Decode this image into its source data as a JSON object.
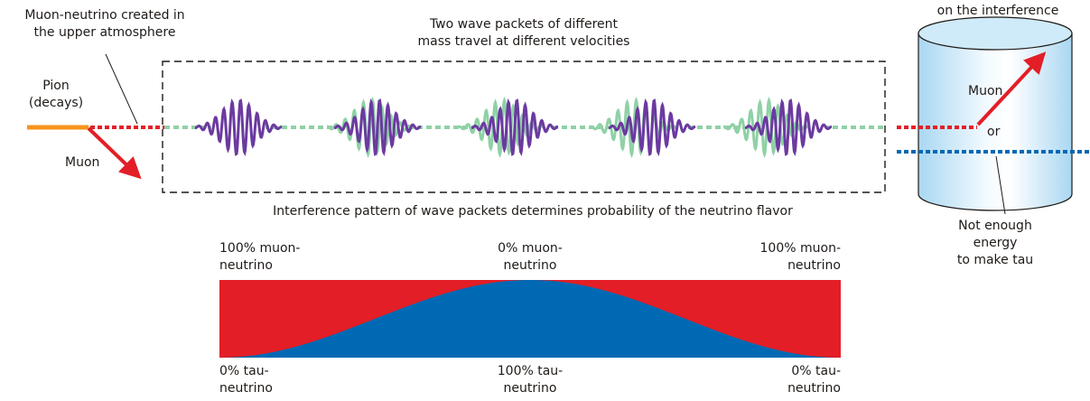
{
  "labels": {
    "created": "Muon-neutrino created in\nthe upper atmosphere",
    "packets": "Two wave packets of different\nmass travel at different velocities",
    "interference": "on the interference",
    "pion": "Pion\n(decays)",
    "muon_left": "Muon",
    "muon_detector": "Muon",
    "or": "or",
    "pattern": "Interference pattern of wave packets determines probability of the neutrino flavor",
    "not_enough": "Not enough\nenergy\nto make tau",
    "top_left": "100% muon-\nneutrino",
    "top_mid": "0% muon-\nneutrino",
    "top_right": "100% muon-\nneutrino",
    "bottom_left": "0% tau-\nneutrino",
    "bottom_mid": "100% tau-\nneutrino",
    "bottom_right": "0% tau-\nneutrino"
  },
  "colors": {
    "muon_neutrino": "#e31e26",
    "tau_neutrino": "#0069b4",
    "packet_heavy": "#6b3aa0",
    "packet_light": "#8fd1a6",
    "pion": "#f7941d",
    "detector": "#bfe3f7"
  }
}
